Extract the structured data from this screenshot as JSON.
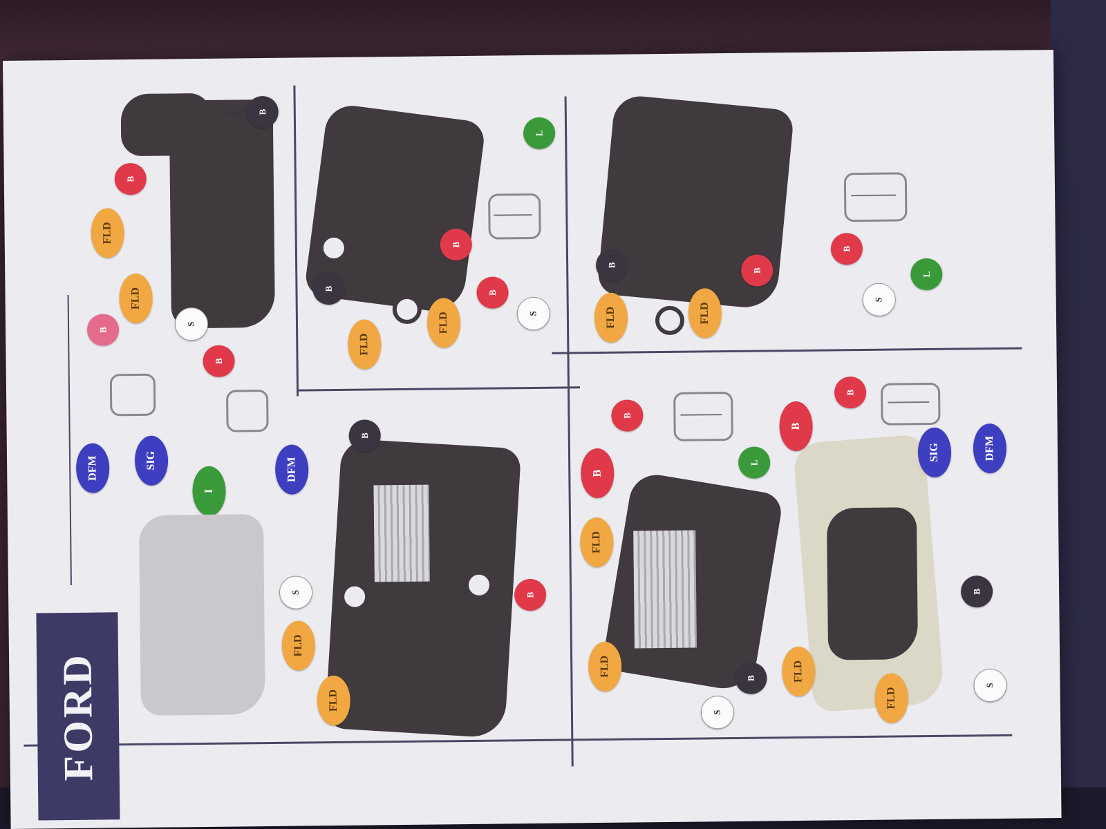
{
  "brand": {
    "name": "FORD"
  },
  "panels": [
    {
      "id": "p1",
      "terminals": [
        {
          "label": "B",
          "color": "black"
        },
        {
          "label": "B",
          "color": "red"
        },
        {
          "label": "FLD",
          "color": "orange"
        },
        {
          "label": "FLD",
          "color": "orange"
        },
        {
          "label": "S",
          "color": "white"
        }
      ]
    },
    {
      "id": "p2",
      "terminals": [
        {
          "label": "L",
          "color": "green"
        },
        {
          "label": "B",
          "color": "red"
        },
        {
          "label": "B",
          "color": "red"
        },
        {
          "label": "B",
          "color": "black"
        },
        {
          "label": "FLD",
          "color": "orange"
        },
        {
          "label": "FLD",
          "color": "orange"
        },
        {
          "label": "S",
          "color": "white"
        }
      ]
    },
    {
      "id": "p3",
      "terminals": [
        {
          "label": "B",
          "color": "black"
        },
        {
          "label": "B",
          "color": "red"
        },
        {
          "label": "FLD",
          "color": "orange"
        },
        {
          "label": "FLD",
          "color": "orange"
        },
        {
          "label": "B",
          "color": "red"
        },
        {
          "label": "S",
          "color": "white"
        },
        {
          "label": "L",
          "color": "green"
        }
      ]
    },
    {
      "id": "p4",
      "terminals": [
        {
          "label": "B",
          "color": "pink"
        },
        {
          "label": "DFM",
          "color": "blue"
        },
        {
          "label": "SIG",
          "color": "blue"
        },
        {
          "label": "B",
          "color": "red"
        },
        {
          "label": "I",
          "color": "green"
        },
        {
          "label": "DFM",
          "color": "blue"
        }
      ]
    },
    {
      "id": "p5",
      "terminals": [
        {
          "label": "B",
          "color": "black"
        },
        {
          "label": "S",
          "color": "white"
        },
        {
          "label": "FLD",
          "color": "orange"
        },
        {
          "label": "FLD",
          "color": "orange"
        },
        {
          "label": "B",
          "color": "red"
        }
      ]
    },
    {
      "id": "p6",
      "terminals": [
        {
          "label": "B",
          "color": "red"
        },
        {
          "label": "L",
          "color": "green"
        },
        {
          "label": "B",
          "color": "red"
        },
        {
          "label": "FLD",
          "color": "orange"
        },
        {
          "label": "FLD",
          "color": "orange"
        },
        {
          "label": "S",
          "color": "white"
        },
        {
          "label": "B",
          "color": "black"
        }
      ]
    },
    {
      "id": "p7",
      "terminals": [
        {
          "label": "B",
          "color": "red"
        },
        {
          "label": "SIG",
          "color": "blue"
        },
        {
          "label": "DFM",
          "color": "blue"
        },
        {
          "label": "B",
          "color": "red"
        },
        {
          "label": "B",
          "color": "black"
        },
        {
          "label": "FLD",
          "color": "orange"
        },
        {
          "label": "FLD",
          "color": "orange"
        },
        {
          "label": "S",
          "color": "white"
        }
      ]
    }
  ]
}
